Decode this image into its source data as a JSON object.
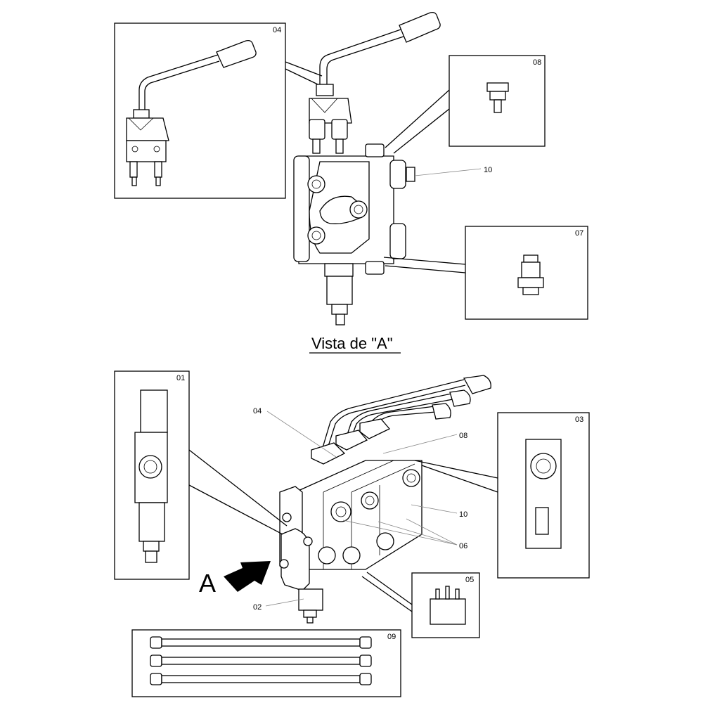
{
  "view_title": "Vista de \"A\"",
  "arrow_letter": "A",
  "callouts": {
    "c01": "01",
    "c02": "02",
    "c03": "03",
    "c04": "04",
    "c05": "05",
    "c06": "06",
    "c07": "07",
    "c08": "08",
    "c09": "09",
    "c10": "10"
  },
  "leaders": {
    "top_10": "10",
    "bottom_04": "04",
    "bottom_08": "08",
    "bottom_10": "10",
    "bottom_06": "06",
    "bottom_02": "02"
  }
}
